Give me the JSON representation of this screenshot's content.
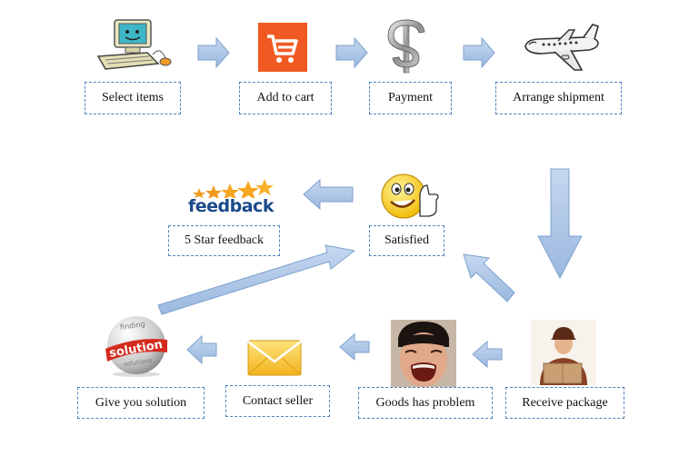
{
  "steps": {
    "select_items": "Select items",
    "add_to_cart": "Add to cart",
    "payment": "Payment",
    "arrange_shipment": "Arrange shipment",
    "satisfied": "Satisfied",
    "five_star_feedback": "5 Star feedback",
    "receive_package": "Receive package",
    "goods_has_problem": "Goods has problem",
    "contact_seller": "Contact seller",
    "give_you_solution": "Give you solution"
  },
  "logos": {
    "feedback": "feedback",
    "solution": "solution",
    "finding": "finding",
    "solutions": "solutions"
  },
  "icons": {
    "computer": "computer-icon",
    "cart": "shopping-cart-icon",
    "dollar": "dollar-sign-icon",
    "airplane": "airplane-icon",
    "smiley": "smiley-thumbs-up-icon",
    "feedback_stars": "feedback-stars-logo",
    "delivery_man": "delivery-man-icon",
    "crying_face": "crying-face-icon",
    "envelope": "envelope-icon",
    "solution_ball": "solution-ball-icon"
  },
  "colors": {
    "label_border": "#4f81bd",
    "arrow_fill": "#a9c3e6",
    "arrow_stroke": "#7ea2cf",
    "cart_orange": "#f05a22",
    "feedback_blue": "#1a4a8a",
    "star_orange": "#f39a1e",
    "envelope_yellow": "#f7c232"
  }
}
